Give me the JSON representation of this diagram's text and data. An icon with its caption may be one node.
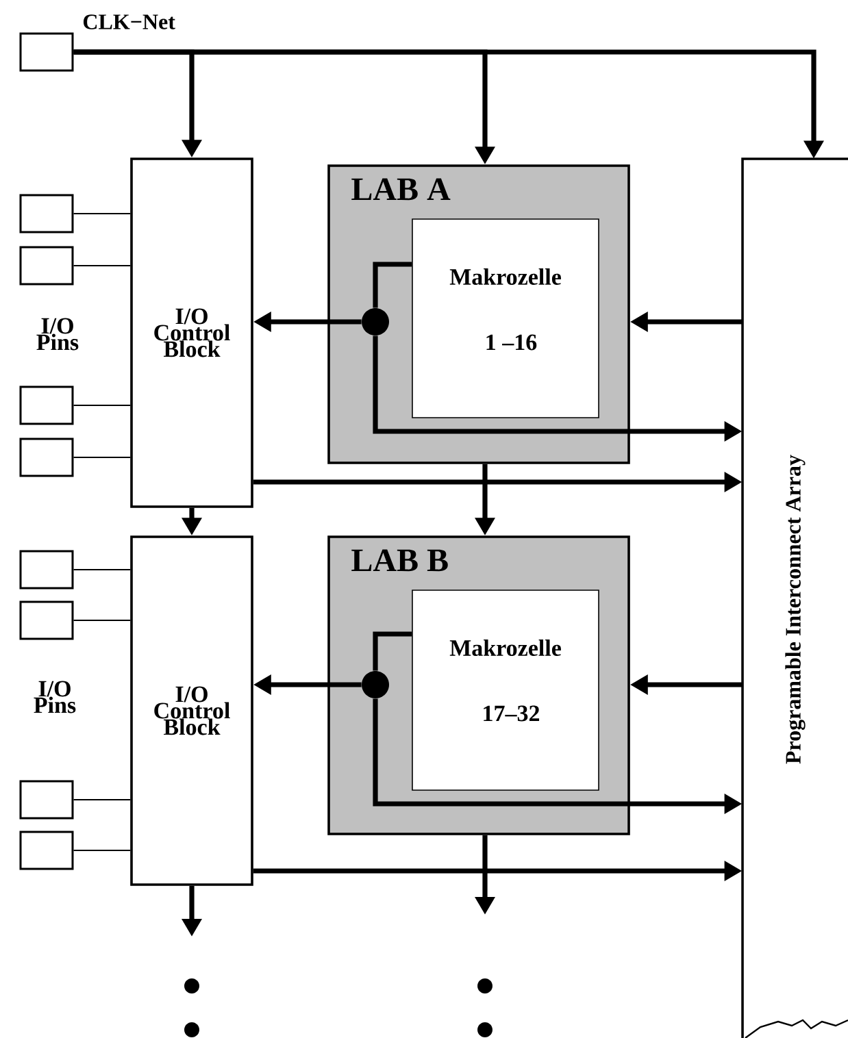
{
  "diagram": {
    "nodes": [
      {
        "text": [],
        "shape": "box"
      },
      {
        "text": [
          "I/O Control Block"
        ]
      },
      {
        "text": [
          "LAB A"
        ]
      },
      {
        "text": [
          "Makrozelle",
          "1 –16"
        ],
        "in": 2
      },
      {
        "text": [],
        "shape": "circle",
        "in": 2
      },
      {
        "text": [
          "Programable Interconnect Array"
        ]
      },
      {
        "text": [],
        "shape": "box"
      },
      {
        "text": [],
        "shape": "box"
      },
      {
        "text": [],
        "shape": "box"
      },
      {
        "text": [],
        "shape": "box"
      },
      {
        "text": [
          "I/O Control Block"
        ]
      },
      {
        "text": [
          "LAB B"
        ]
      },
      {
        "text": [
          "Makrozelle",
          "17–32"
        ],
        "in": 11
      },
      {
        "text": [],
        "shape": "circle",
        "in": 11
      },
      {
        "text": [],
        "shape": "box"
      },
      {
        "text": [],
        "shape": "box"
      },
      {
        "text": [],
        "shape": "box"
      },
      {
        "text": [],
        "shape": "box"
      }
    ],
    "edges": [
      {
        "from": 0,
        "to": 1,
        "arrow": "to"
      },
      {
        "from": 0,
        "to": 2,
        "arrow": "to"
      },
      {
        "from": 0,
        "to": 5,
        "arrow": "to"
      },
      {
        "from": 5,
        "to": 2,
        "arrow": "to"
      },
      {
        "from": 3,
        "to": 4,
        "arrow": "none"
      },
      {
        "from": 4,
        "to": 1,
        "arrow": "to"
      },
      {
        "from": 4,
        "to": 5,
        "arrow": "to"
      },
      {
        "from": 1,
        "to": 5,
        "arrow": "to"
      },
      {
        "from": 1,
        "to": 10,
        "arrow": "to"
      },
      {
        "from": 2,
        "to": 11,
        "arrow": "to"
      },
      {
        "from": 6,
        "to": 1,
        "arrow": "none"
      },
      {
        "from": 7,
        "to": 1,
        "arrow": "none"
      },
      {
        "from": 8,
        "to": 1,
        "arrow": "none"
      },
      {
        "from": 9,
        "to": 1,
        "arrow": "none"
      },
      {
        "from": 5,
        "to": 11,
        "arrow": "to"
      },
      {
        "from": 12,
        "to": 13,
        "arrow": "none"
      },
      {
        "from": 13,
        "to": 10,
        "arrow": "to"
      },
      {
        "from": 13,
        "to": 5,
        "arrow": "to"
      },
      {
        "from": 10,
        "to": 5,
        "arrow": "to"
      },
      {
        "from": 10,
        "to": null,
        "arrow": "to"
      },
      {
        "from": 11,
        "to": null,
        "arrow": "to"
      },
      {
        "from": 14,
        "to": 10,
        "arrow": "none"
      },
      {
        "from": 15,
        "to": 10,
        "arrow": "none"
      },
      {
        "from": 16,
        "to": 10,
        "arrow": "none"
      },
      {
        "from": 17,
        "to": 10,
        "arrow": "none"
      }
    ],
    "labels": [
      "CLK−Net",
      "I/O Pins",
      "I/O Pins"
    ]
  }
}
